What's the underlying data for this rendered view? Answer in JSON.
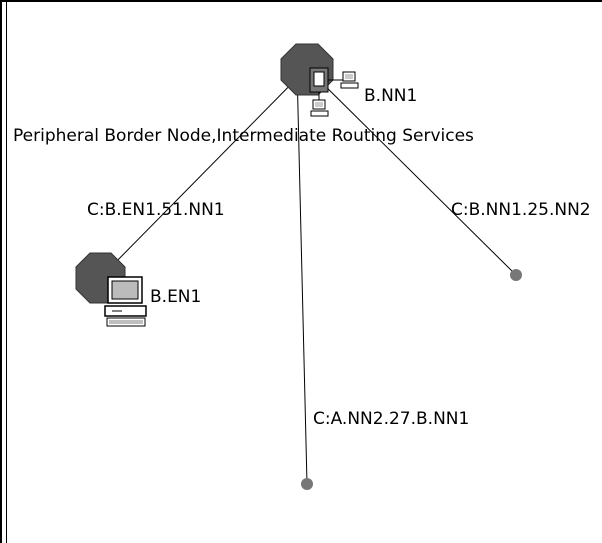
{
  "nodes": {
    "nn1": {
      "name": "B.NN1",
      "description": "Peripheral Border Node,Intermediate Routing Services"
    },
    "en1": {
      "name": "B.EN1"
    }
  },
  "links": [
    {
      "id": "link-en1",
      "label": "C:B.EN1.51.NN1"
    },
    {
      "id": "link-nn2",
      "label": "C:B.NN1.25.NN2"
    },
    {
      "id": "link-a-nn2",
      "label": "C:A.NN2.27.B.NN1"
    }
  ],
  "colors": {
    "node_fill": "#555555",
    "endpoint": "#777777",
    "link_line": "#000000"
  }
}
